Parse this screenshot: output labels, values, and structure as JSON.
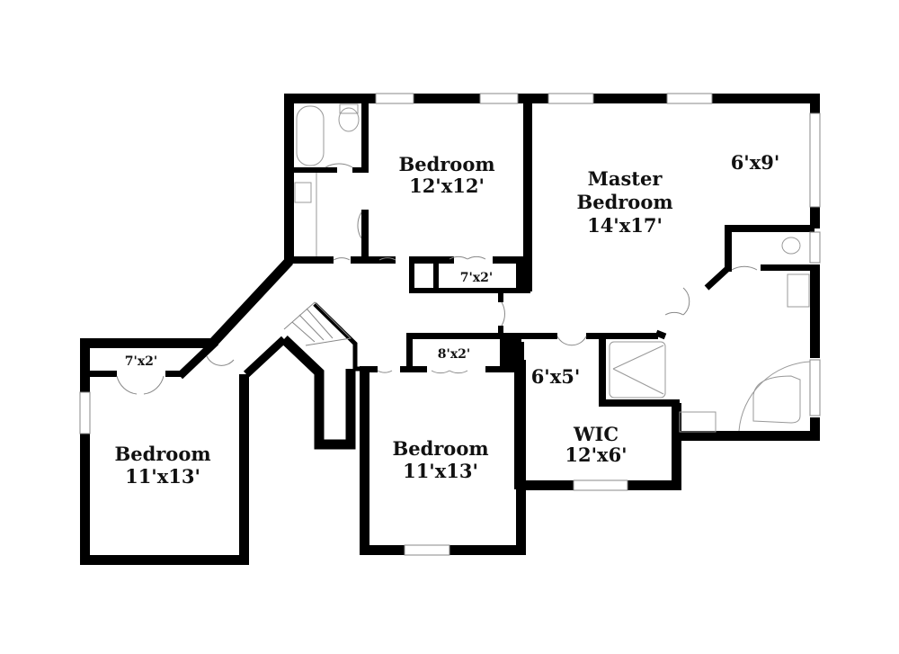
{
  "floorplan": {
    "rooms": [
      {
        "id": "bedroom-2",
        "name": "Bedroom",
        "dims": "12'x12'"
      },
      {
        "id": "master-bedroom",
        "name_line1": "Master",
        "name_line2": "Bedroom",
        "dims": "14'x17'"
      },
      {
        "id": "master-sitting",
        "dims": "6'x9'"
      },
      {
        "id": "bedroom-3",
        "name": "Bedroom",
        "dims": "11'x13'"
      },
      {
        "id": "bedroom-4",
        "name": "Bedroom",
        "dims": "11'x13'"
      },
      {
        "id": "wic",
        "name": "WIC",
        "dims": "12'x6'"
      },
      {
        "id": "master-bath-closet",
        "dims": "6'x5'"
      }
    ],
    "closets": [
      {
        "id": "closet-bedroom-2",
        "dims": "7'x2'"
      },
      {
        "id": "closet-bedroom-3",
        "dims": "7'x2'"
      },
      {
        "id": "closet-bedroom-4",
        "dims": "8'x2'"
      }
    ],
    "colors": {
      "wall": "#000000",
      "fixture": "#888888",
      "background": "#ffffff"
    }
  }
}
